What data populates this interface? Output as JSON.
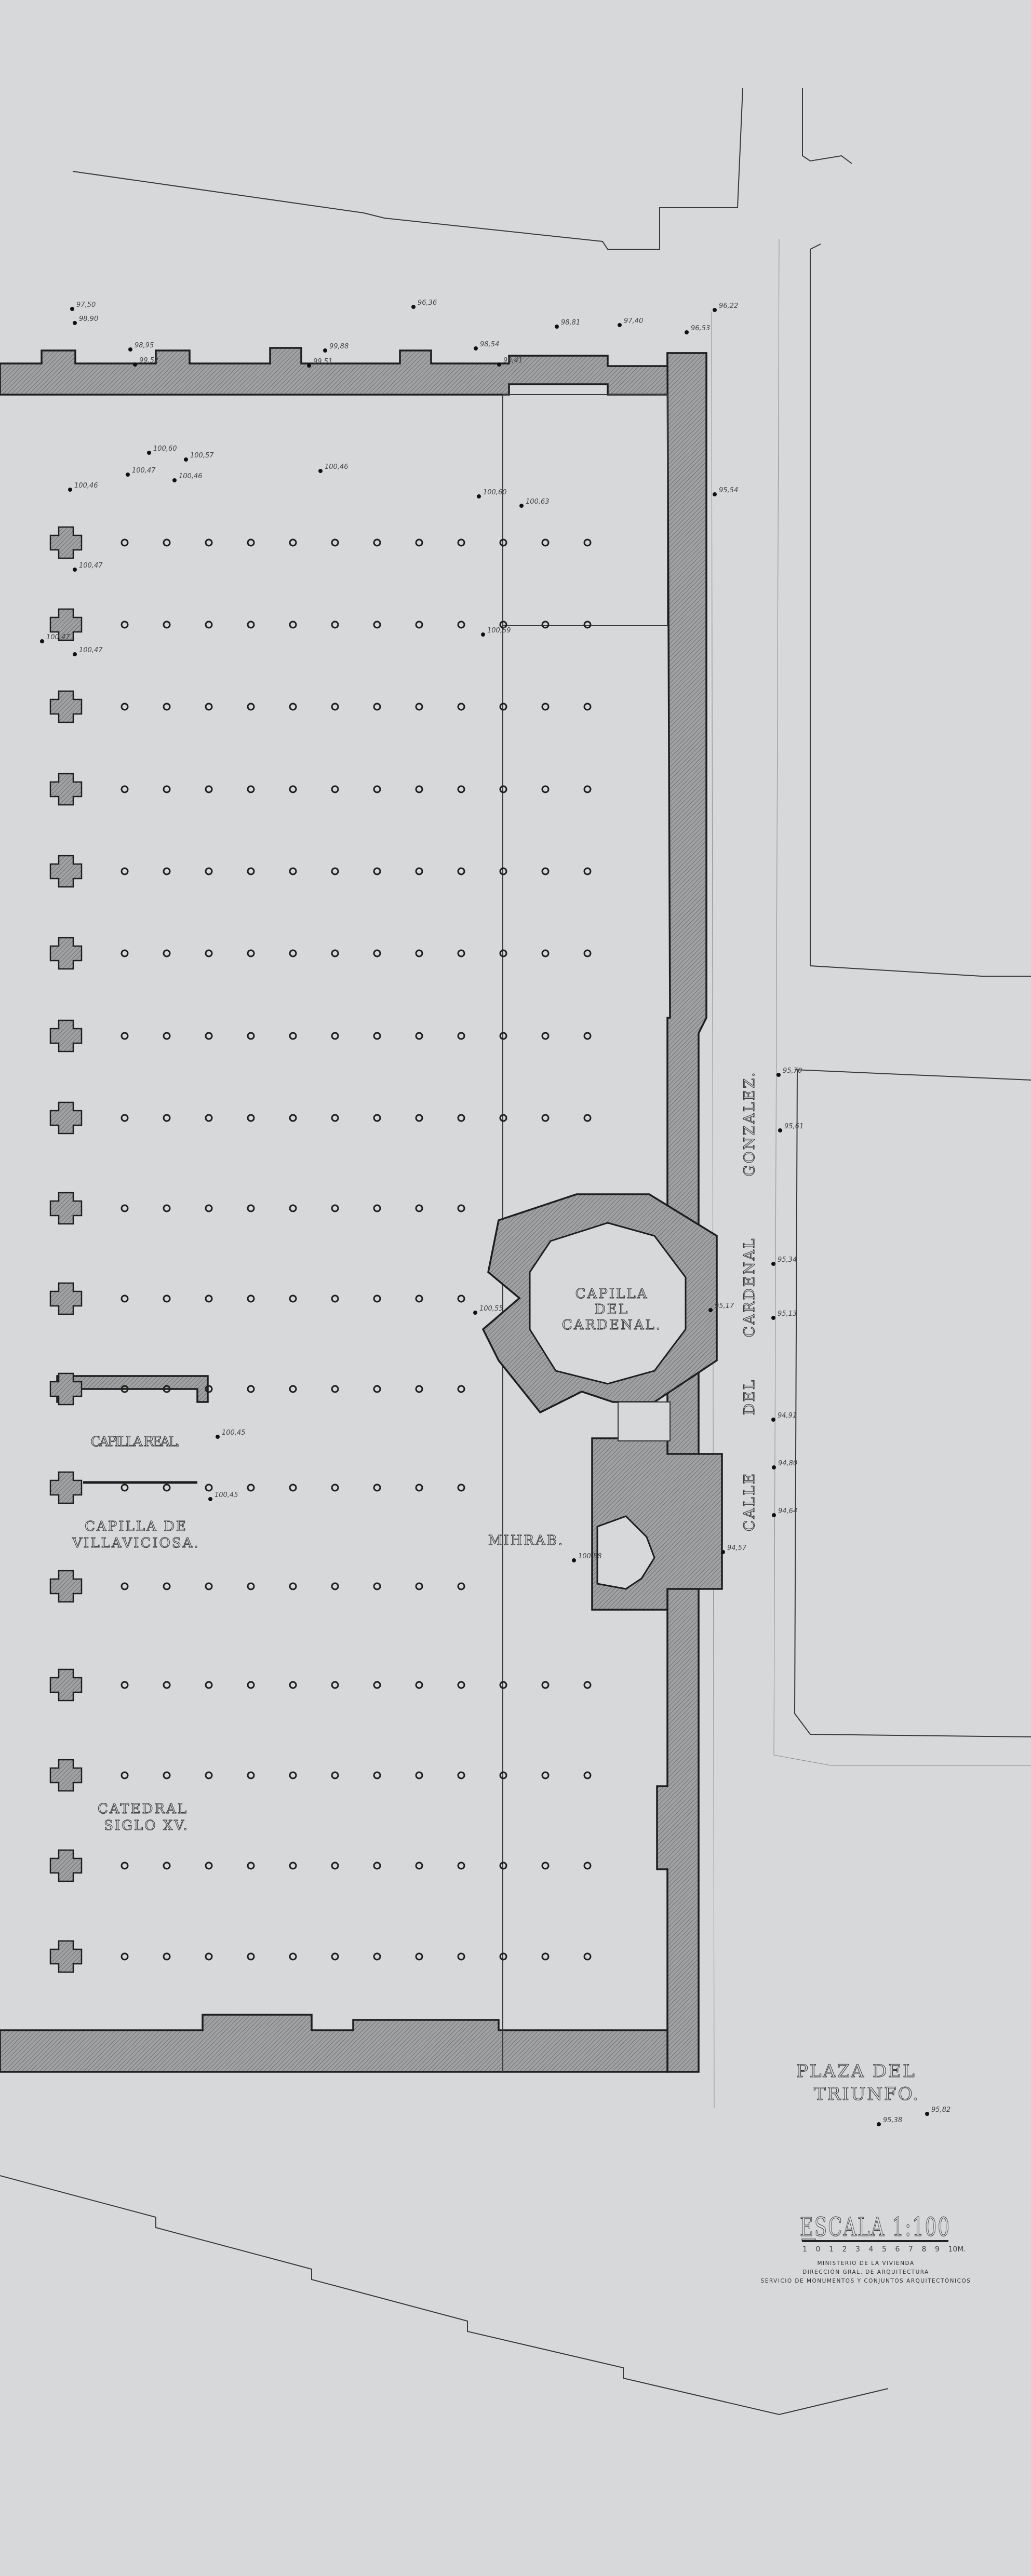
{
  "labels": {
    "capilla_cardenal": [
      "CAPILLA",
      "DEL",
      "CARDENAL."
    ],
    "mihrab": "MIHRAB.",
    "capilla_real": "CAPILLA   REAL.",
    "capilla_villaviciosa": [
      "CAPILLA  DE",
      "VILLAVICIOSA."
    ],
    "catedral": [
      "CATEDRAL",
      "SIGLO XV."
    ],
    "calle": [
      "CALLE",
      "DEL",
      "CARDENAL",
      "GONZALEZ."
    ],
    "plaza": [
      "PLAZA   DEL",
      "TRIUNFO."
    ]
  },
  "scale": {
    "title": "ESCALA  1:100",
    "ticks": [
      "1",
      "0",
      "1",
      "2",
      "3",
      "4",
      "5",
      "6",
      "7",
      "8",
      "9",
      "10M."
    ]
  },
  "credits": [
    "MINISTERIO DE LA VIVIENDA",
    "DIRECCIÓN GRAL. DE ARQUITECTURA",
    "SERVICIO DE MONUMENTOS Y CONJUNTOS ARQUITECTÓNICOS"
  ],
  "elevations": [
    "97,50",
    "98,90",
    "96,36",
    "96,22",
    "98,81",
    "97,40",
    "96,53",
    "98,95",
    "99,88",
    "98,54",
    "99,52",
    "99,51",
    "99,41",
    "100,60",
    "100,57",
    "100,47",
    "100,46",
    "100,46",
    "100,46",
    "100,60",
    "100,63",
    "95,54",
    "100,47",
    "100,59",
    "100,47",
    "100,47",
    "100,55",
    "100,58",
    "100,45",
    "100,45",
    "95,70",
    "95,61",
    "95,34",
    "95,13",
    "94,91",
    "94,80",
    "94,64",
    "95,17",
    "94,57",
    "95,38",
    "95,82"
  ],
  "colors": {
    "paper": "#d6d8d9",
    "ink": "#1e1e1e"
  }
}
